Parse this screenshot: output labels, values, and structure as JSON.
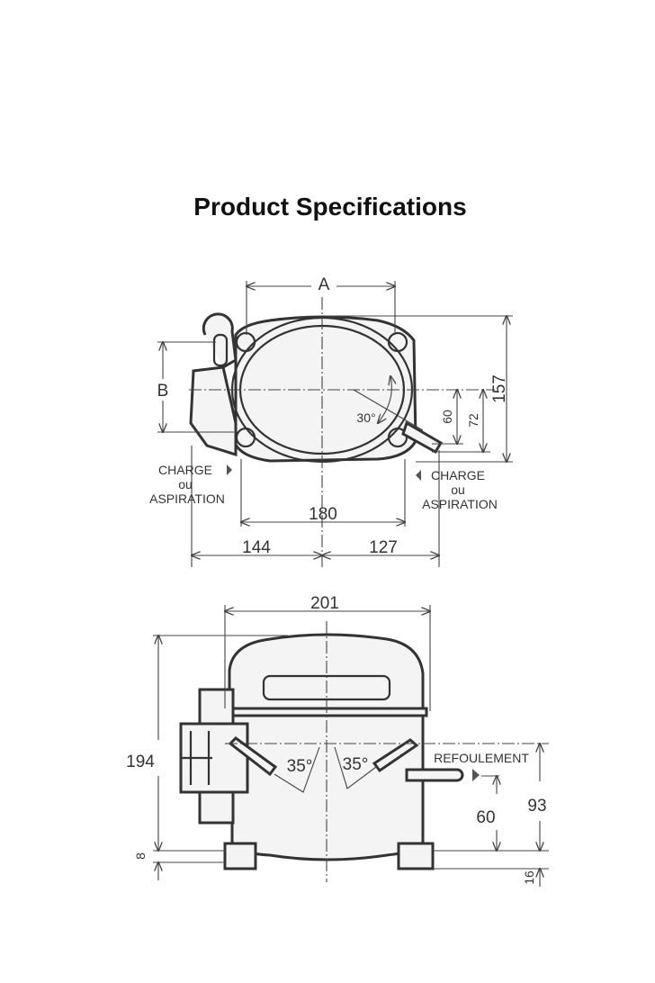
{
  "title": "Product Specifications",
  "top_view": {
    "dim_a": "A",
    "dim_b": "B",
    "height_total": "157",
    "height_72": "72",
    "height_60": "60",
    "angle": "30°",
    "width_feet": "180",
    "left_offset": "144",
    "right_offset": "127",
    "left_port": [
      "CHARGE",
      "ou",
      "ASPIRATION"
    ],
    "right_port": [
      "CHARGE",
      "ou",
      "ASPIRATION"
    ]
  },
  "side_view": {
    "width": "201",
    "height": "194",
    "foot": "8",
    "angle_left": "35°",
    "angle_right": "35°",
    "discharge": "REFOULEMENT",
    "height_93": "93",
    "height_60": "60",
    "base_16": "16"
  }
}
